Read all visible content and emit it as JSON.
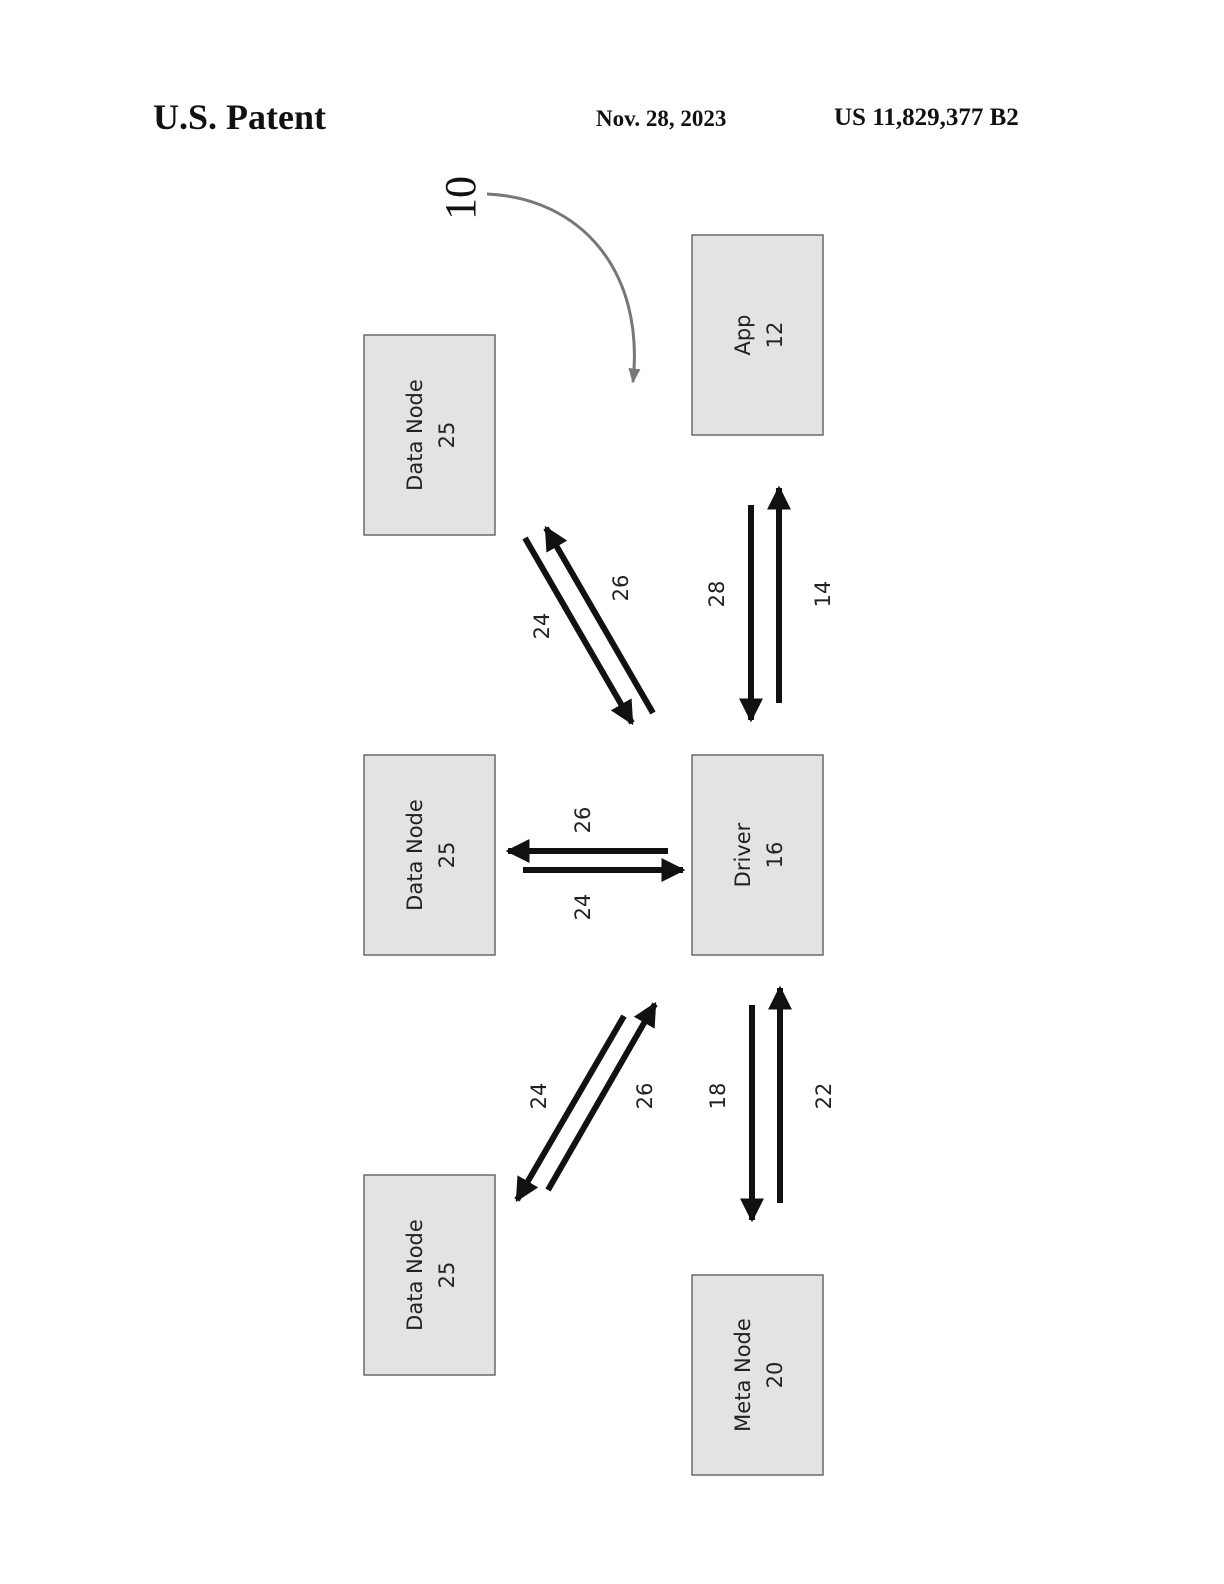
{
  "header": {
    "left": "U.S. Patent",
    "date": "Nov. 28, 2023",
    "number": "US 11,829,377 B2"
  },
  "figure": {
    "ref_label": "10",
    "boxes": {
      "app": {
        "name": "App",
        "num": "12"
      },
      "driver": {
        "name": "Driver",
        "num": "16"
      },
      "meta": {
        "name": "Meta Node",
        "num": "20"
      },
      "data_top": {
        "name": "Data Node",
        "num": "25"
      },
      "data_mid": {
        "name": "Data Node",
        "num": "25"
      },
      "data_bot": {
        "name": "Data Node",
        "num": "25"
      }
    },
    "arrow_labels": {
      "a28": "28",
      "a14": "14",
      "a24_top": "24",
      "a26_top": "26",
      "a26_mid": "26",
      "a24_mid": "24",
      "a24_bot": "24",
      "a26_bot": "26",
      "a18": "18",
      "a22": "22"
    }
  }
}
